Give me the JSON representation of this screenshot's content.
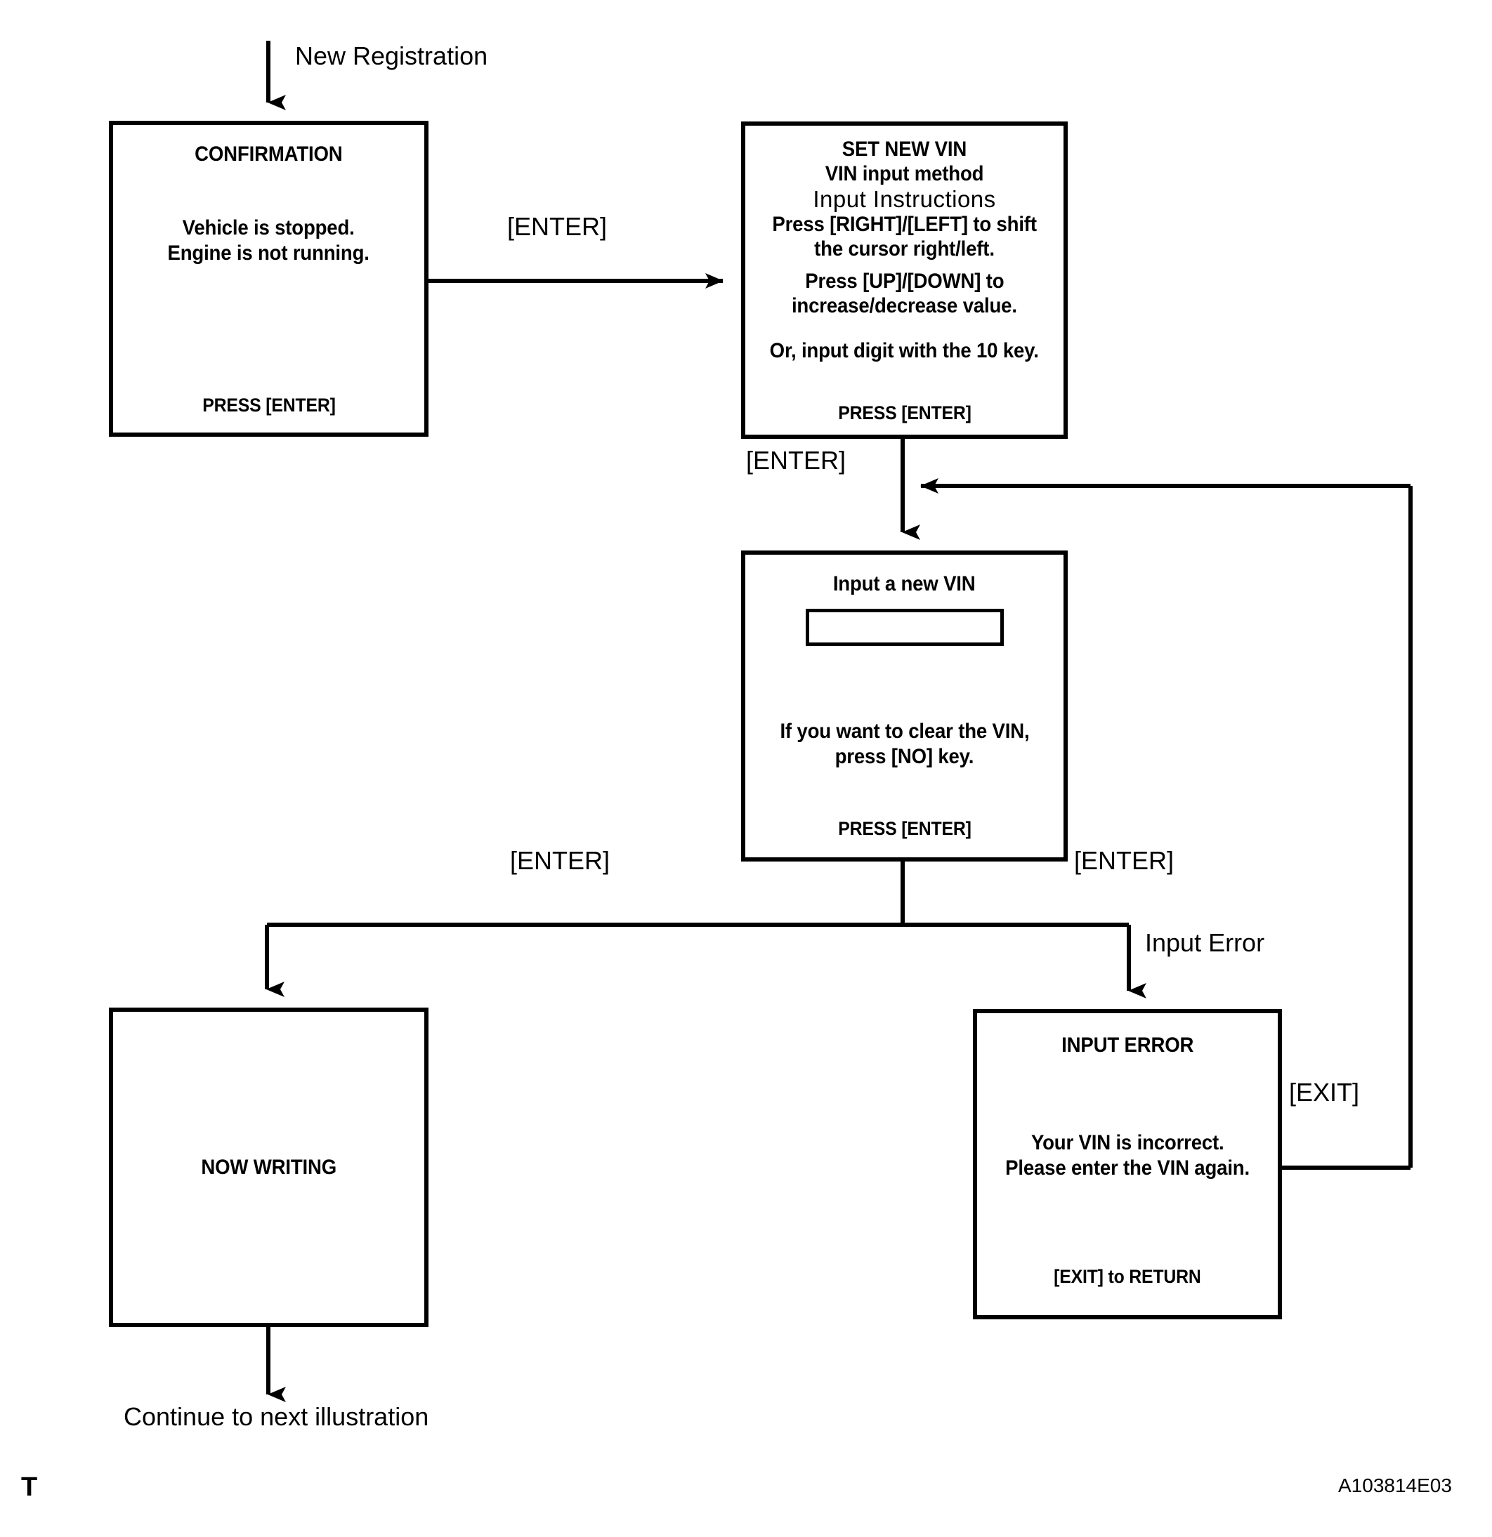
{
  "diagram": {
    "figure_code": "A103814E03",
    "corner_mark": "T",
    "entry_label": "New Registration",
    "exit_label": "Continue to next illustration"
  },
  "boxes": {
    "confirmation": {
      "title": "CONFIRMATION",
      "line1": "Vehicle is stopped.",
      "line2": "Engine is not running.",
      "footer": "PRESS [ENTER]"
    },
    "set_new_vin": {
      "title": "SET NEW VIN",
      "subtitle": "VIN input method",
      "instructions_heading": "Input Instructions",
      "line1": "Press [RIGHT]/[LEFT] to shift",
      "line2": "the cursor right/left.",
      "line3": "Press [UP]/[DOWN]  to",
      "line4": "increase/decrease value.",
      "line5": "Or, input digit with the 10 key.",
      "footer": "PRESS [ENTER]"
    },
    "input_vin": {
      "title": "Input a new VIN",
      "field_value": "",
      "line1": "If you want to clear the VIN,",
      "line2": "press [NO] key.",
      "footer": "PRESS [ENTER]"
    },
    "now_writing": {
      "title": "NOW WRITING"
    },
    "input_error": {
      "title": "INPUT  ERROR",
      "line1": "Your VIN is incorrect.",
      "line2": "Please enter the VIN again.",
      "footer": "[EXIT] to RETURN"
    }
  },
  "flow_labels": {
    "enter_confirm_to_setvin": "[ENTER]",
    "enter_setvin_to_inputvin": "[ENTER]",
    "enter_to_nowwriting": "[ENTER]",
    "enter_to_error": "[ENTER]",
    "input_error_branch": "Input Error",
    "exit_return": "[EXIT]"
  }
}
